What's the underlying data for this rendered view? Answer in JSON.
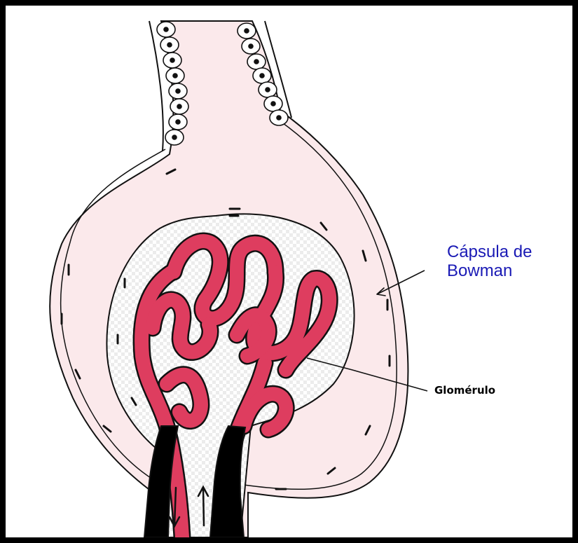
{
  "labels": {
    "capsula_line1": "Cápsula de",
    "capsula_line2": "Bowman",
    "glomerulo": "Glomérulo"
  },
  "colors": {
    "background": "#000000",
    "canvas": "#ffffff",
    "capsule_fill": "#fbe9eb",
    "capillary": "#de3d5f",
    "outline": "#111111",
    "capsula_label": "#1a1ab5",
    "glomerulo_label": "#000000"
  }
}
